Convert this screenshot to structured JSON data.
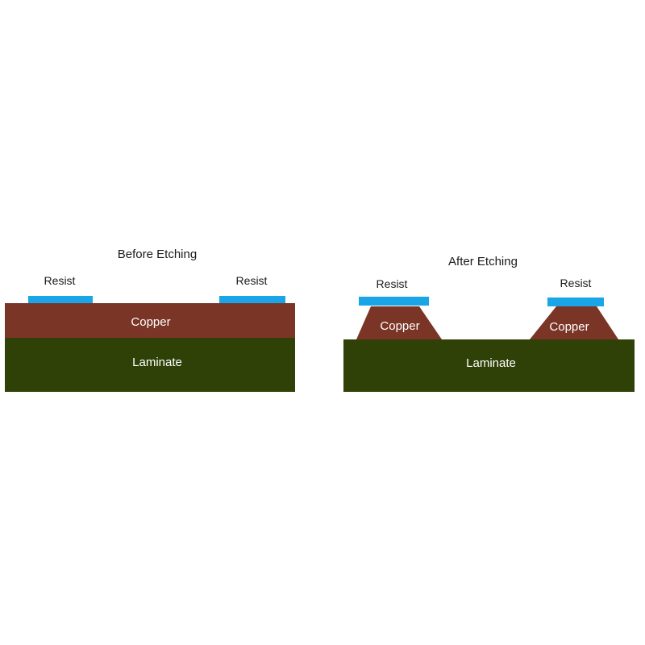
{
  "before": {
    "title": "Before Etching",
    "resist_left": "Resist",
    "resist_right": "Resist",
    "copper": "Copper",
    "laminate": "Laminate"
  },
  "after": {
    "title": "After Etching",
    "resist_left": "Resist",
    "resist_right": "Resist",
    "copper_left": "Copper",
    "copper_right": "Copper",
    "laminate": "Laminate"
  },
  "colors": {
    "resist": "#1aa5e6",
    "copper": "#7b3526",
    "laminate": "#2f4106",
    "text_dark": "#1a1a1a",
    "text_light": "#ffffff"
  }
}
